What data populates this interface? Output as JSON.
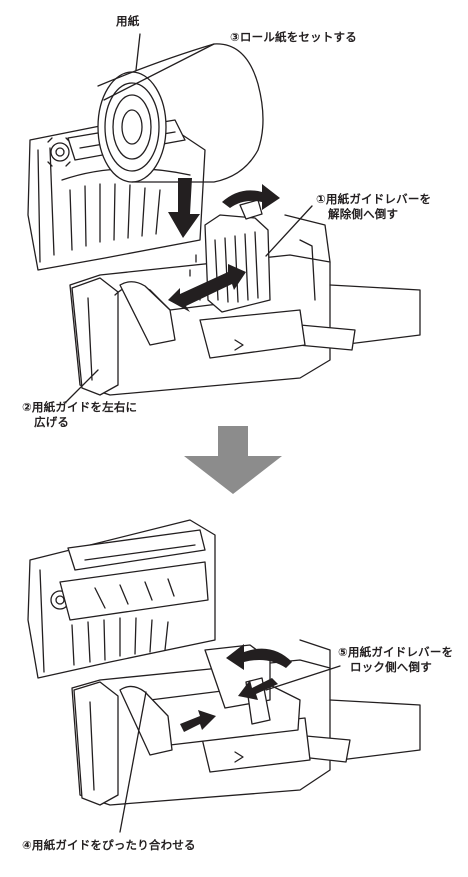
{
  "top_figure": {
    "paper_label": "用紙",
    "step3": "③ロール紙をセットする",
    "step1_line1": "①用紙ガイドレバーを",
    "step1_line2": "解除側へ倒す",
    "step2_line1": "②用紙ガイドを左右に",
    "step2_line2": "広げる"
  },
  "bottom_figure": {
    "step5_line1": "⑤用紙ガイドレバーを",
    "step5_line2": "ロック側へ倒す",
    "step4": "④用紙ガイドをぴったり合わせる"
  },
  "colors": {
    "line": "#231f20",
    "arrow_fill": "#231f20",
    "down_arrow": "#8c8c8c"
  }
}
